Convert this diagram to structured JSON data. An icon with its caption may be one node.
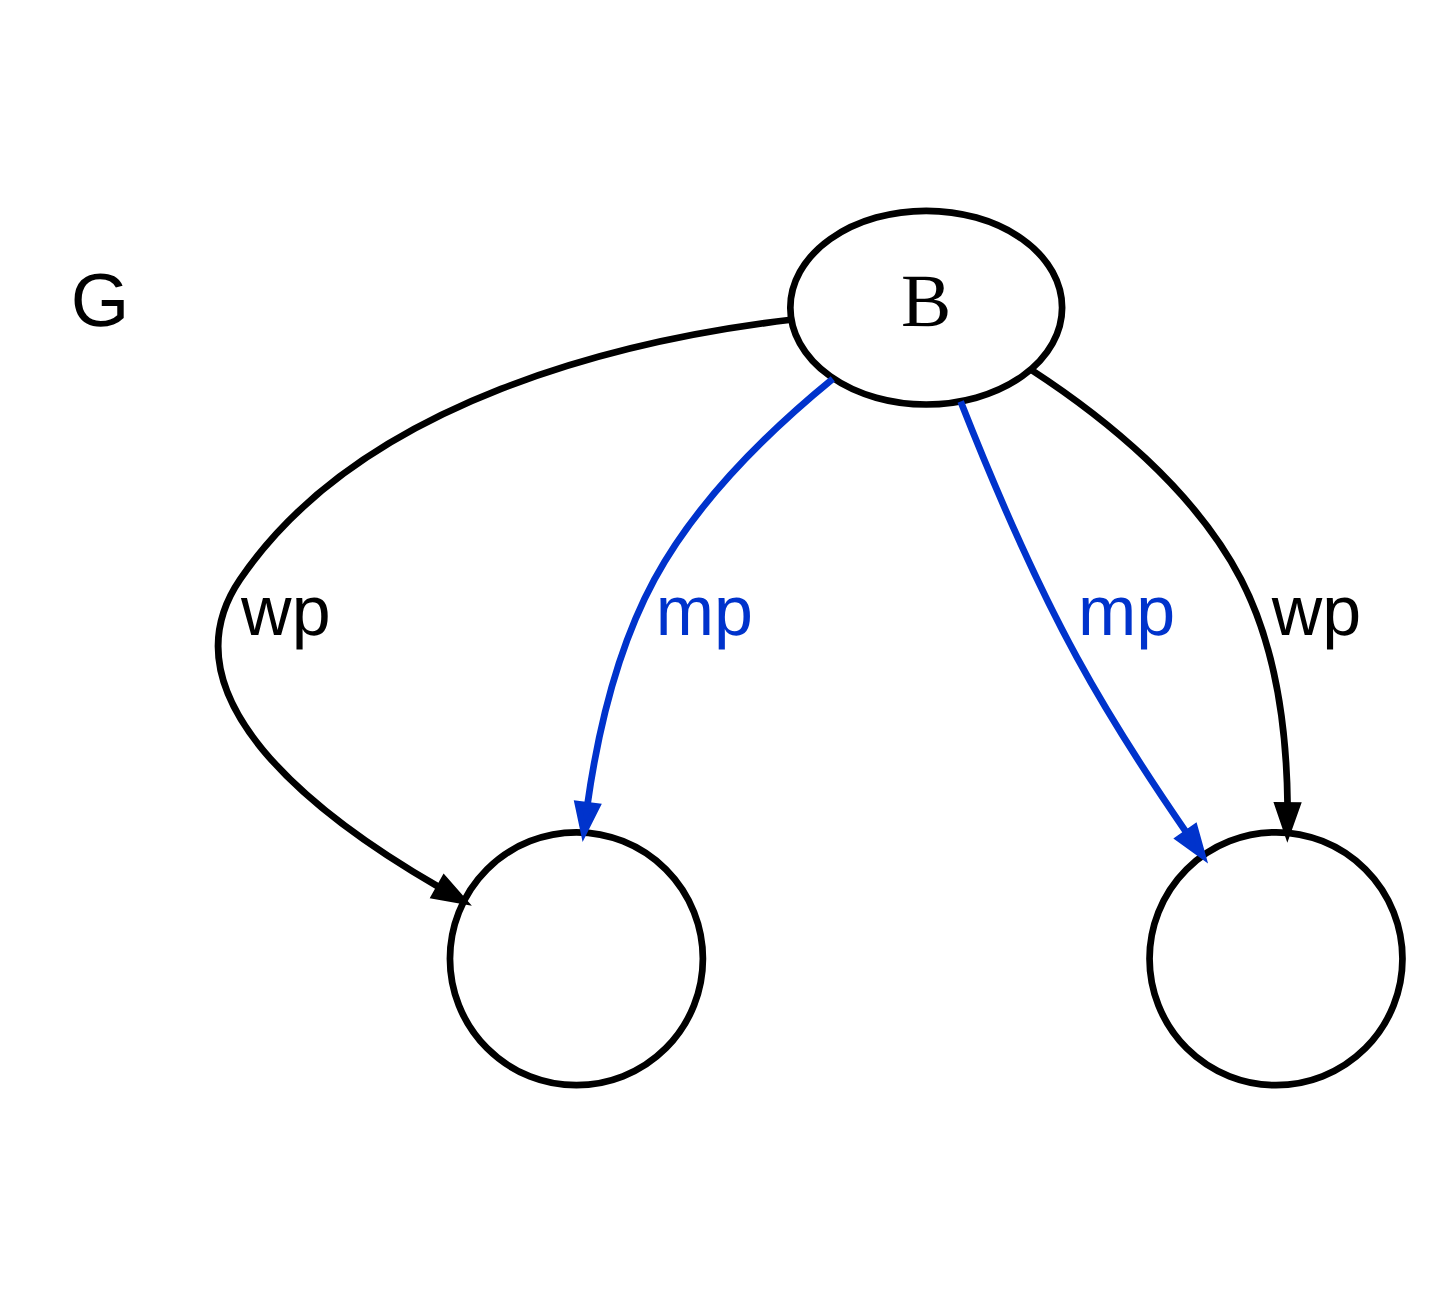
{
  "diagram": {
    "nodes": [
      {
        "text": [
          "B"
        ]
      },
      {
        "text": [],
        "shape": "circle"
      },
      {
        "text": [],
        "shape": "circle"
      }
    ],
    "edges": [
      {
        "from": 0,
        "to": 1,
        "arrow": "to",
        "label": "wp"
      },
      {
        "from": 0,
        "to": 1,
        "arrow": "to",
        "label": "mp",
        "color": "#0033cc"
      },
      {
        "from": 0,
        "to": 2,
        "arrow": "to",
        "label": "mp",
        "color": "#0033cc"
      },
      {
        "from": 0,
        "to": 2,
        "arrow": "to",
        "label": "wp"
      }
    ],
    "labels": [
      "G"
    ]
  }
}
